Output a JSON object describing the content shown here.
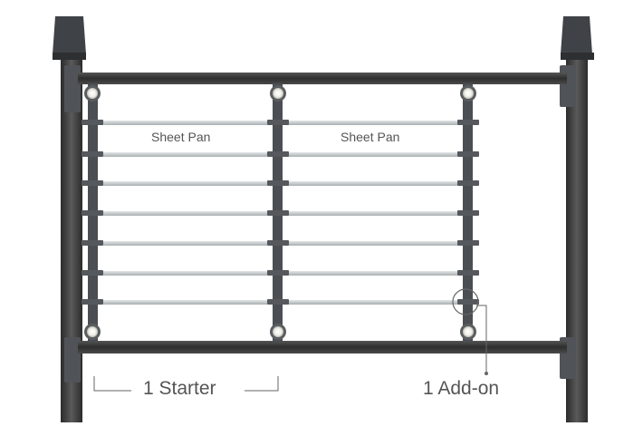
{
  "labels": {
    "pan_left": "Sheet Pan",
    "pan_right": "Sheet Pan",
    "starter": "1 Starter",
    "addon": "1 Add-on"
  },
  "colors": {
    "frame": "#3a3a3a",
    "frame_dark": "#2a2a2a",
    "rail": "#4b4e52",
    "slide": "#c9ccce",
    "slide_edge": "#9ea3a6",
    "text": "#555555",
    "leader": "#666666"
  }
}
